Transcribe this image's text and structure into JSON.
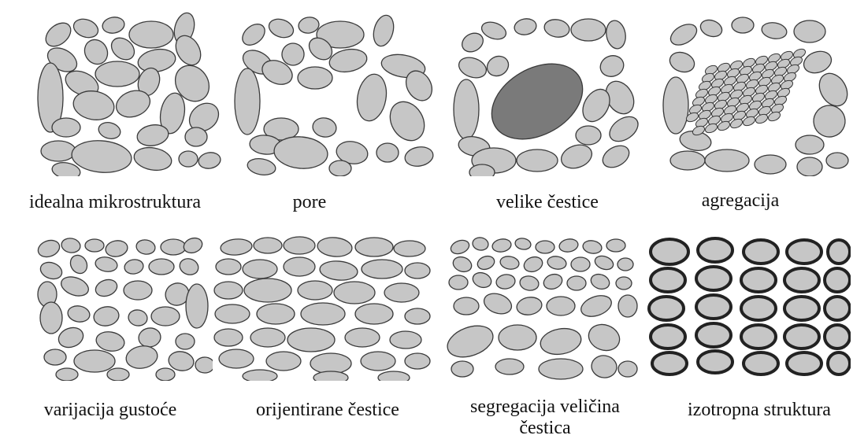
{
  "panels": [
    {
      "id": "ideal",
      "caption": "idealna mikrostruktura"
    },
    {
      "id": "pores",
      "caption": "pore"
    },
    {
      "id": "large-particles",
      "caption": "velike čestice"
    },
    {
      "id": "aggregation",
      "caption": "agregacija"
    },
    {
      "id": "density-variation",
      "caption": "varijacija gustoće"
    },
    {
      "id": "oriented-particles",
      "caption": "orijentirane čestice"
    },
    {
      "id": "size-segregation",
      "caption": "segregacija veličina",
      "caption_line2": "čestica"
    },
    {
      "id": "isotropic",
      "caption": "izotropna struktura"
    }
  ],
  "colors": {
    "particle_fill": "#c6c6c6",
    "particle_stroke": "#3a3a3a",
    "large_particle_fill": "#7a7a7a",
    "isotropic_stroke": "#222222"
  }
}
